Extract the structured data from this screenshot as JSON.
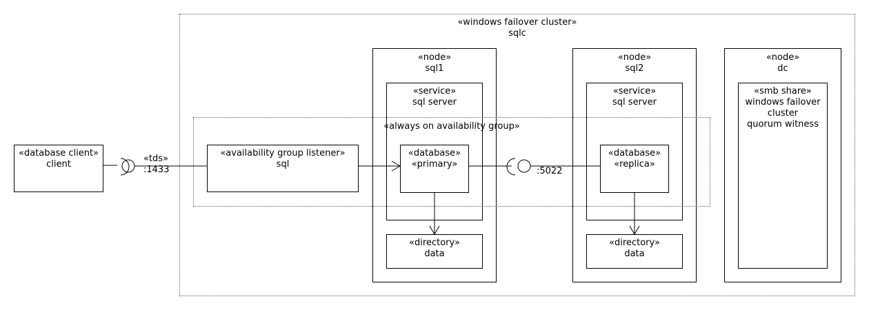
{
  "cluster": {
    "stereotype": "«windows failover cluster»",
    "name": "sqlc"
  },
  "client": {
    "stereotype": "«database client»",
    "name": "client"
  },
  "tds": {
    "stereotype": "«tds»",
    "port": ":1433"
  },
  "port_5022": ":5022",
  "ag": {
    "stereotype": "«always on availability group»"
  },
  "listener": {
    "stereotype": "«availability group listener»",
    "name": "sql"
  },
  "sql1": {
    "stereotype": "«node»",
    "name": "sql1",
    "service": {
      "stereotype": "«service»",
      "name": "sql server"
    },
    "database": {
      "stereotype": "«database»",
      "role": "«primary»"
    },
    "directory": {
      "stereotype": "«directory»",
      "name": "data"
    }
  },
  "sql2": {
    "stereotype": "«node»",
    "name": "sql2",
    "service": {
      "stereotype": "«service»",
      "name": "sql server"
    },
    "database": {
      "stereotype": "«database»",
      "role": "«replica»"
    },
    "directory": {
      "stereotype": "«directory»",
      "name": "data"
    }
  },
  "dc": {
    "stereotype": "«node»",
    "name": "dc",
    "share": {
      "stereotype": "«smb share»",
      "line1": "windows failover",
      "line2": "cluster",
      "line3": "quorum witness"
    }
  }
}
